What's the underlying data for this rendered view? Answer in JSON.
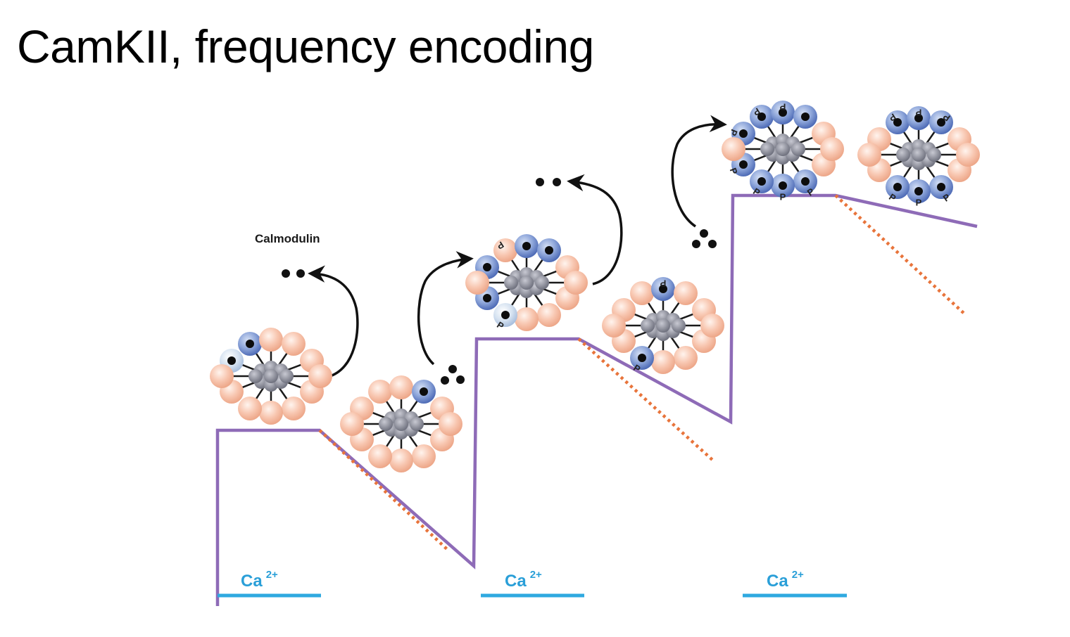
{
  "title": "CamKII, frequency encoding",
  "labels": {
    "calmodulin": "Calmodulin",
    "calcium_ion": "Ca",
    "calcium_charge": "2+",
    "phosphate": "P"
  },
  "colors": {
    "activity_trace": "#8e6bb7",
    "dotted_trace": "#e8743b",
    "calcium_pulse": "#2fa9e0",
    "calcium_label": "#2a9fd8",
    "subunit_inactive": "#f6bfa6",
    "subunit_active": "#3f62b3",
    "hub": "#8b8d99",
    "arrow": "#111111"
  },
  "pulses": [
    {
      "label": "Ca",
      "charge": "2+"
    },
    {
      "label": "Ca",
      "charge": "2+"
    },
    {
      "label": "Ca",
      "charge": "2+"
    }
  ]
}
